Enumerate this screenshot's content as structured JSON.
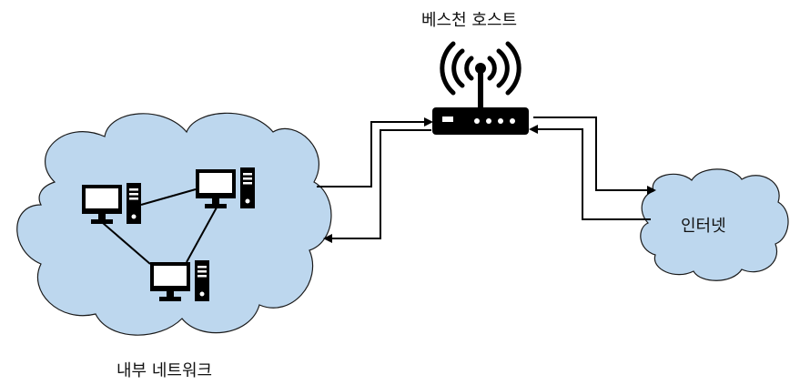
{
  "diagram": {
    "bastion_host": {
      "label": "베스천 호스트",
      "icon": "router-icon"
    },
    "internal_network": {
      "label": "내부 네트워크",
      "icon": "cloud-icon",
      "nodes": 3
    },
    "internet": {
      "label": "인터넷",
      "icon": "cloud-icon"
    },
    "colors": {
      "cloud_fill": "#bdd7ee",
      "outline": "#1a1a1a",
      "device": "#000000"
    }
  }
}
